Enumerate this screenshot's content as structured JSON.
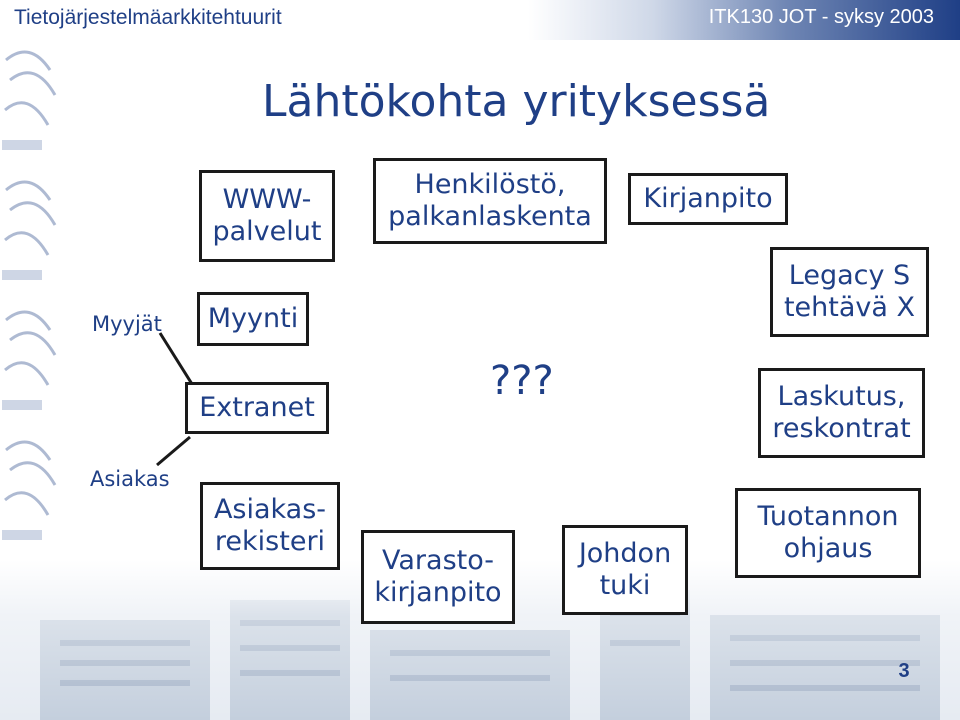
{
  "header": {
    "course_title": "Tietojärjestelmäarkkitehtuurit",
    "course_code": "ITK130 JOT - syksy 2003"
  },
  "slide": {
    "title": "Lähtökohta yrityksessä",
    "labels": {
      "sellers": "Myyjät",
      "customer": "Asiakas"
    },
    "boxes": {
      "www": "WWW-\npalvelut",
      "sales": "Myynti",
      "extranet": "Extranet",
      "customer_registry": "Asiakas-\nrekisteri",
      "hr": "Henkilöstö,\npalkanlaskenta",
      "warehouse": "Varasto-\nkirjanpito",
      "accounting": "Kirjanpito",
      "management": "Johdon\ntuki",
      "legacy": "Legacy S\ntehtävä X",
      "billing": "Laskutus,\nreskontrat",
      "production": "Tuotannon\nohjaus"
    },
    "question_marks": "???",
    "page_number": "3"
  },
  "colors": {
    "text": "#1f3f86",
    "border": "#1a1a1a",
    "header_gradient_end": "#1f3f86"
  }
}
